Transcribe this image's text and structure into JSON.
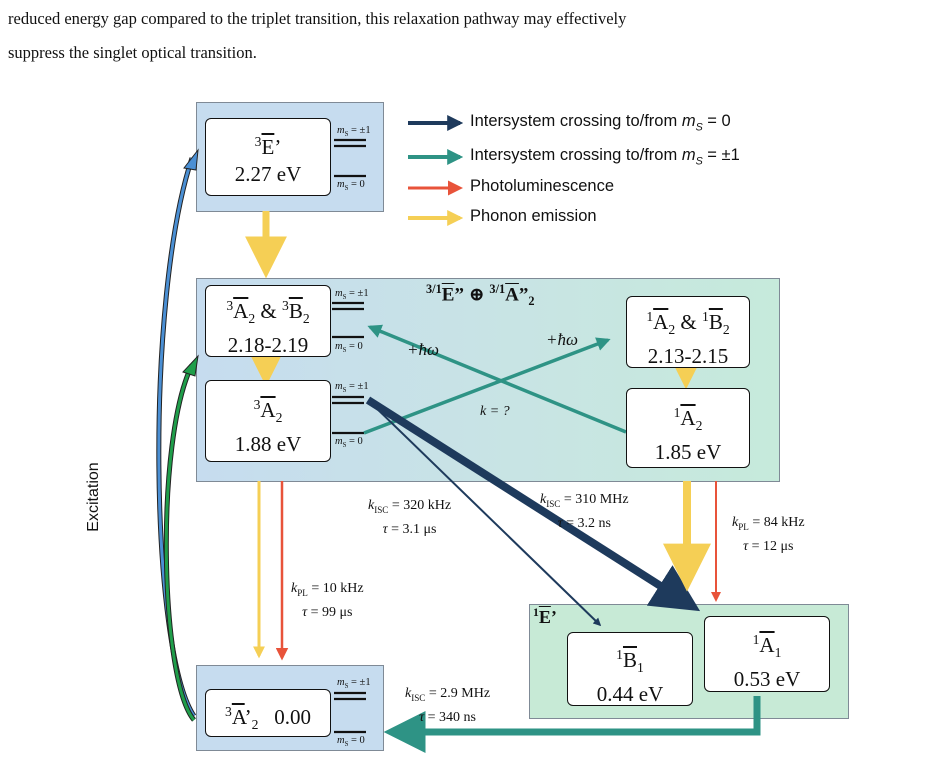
{
  "paragraph": {
    "line1": "reduced energy gap compared to the triplet transition, this relaxation pathway may effectively",
    "line2": "suppress the singlet optical transition."
  },
  "legend": [
    {
      "label": "Intersystem crossing to/from ",
      "math": "m",
      "sub": "S",
      "tail": " = 0",
      "color": "#1e3a5c"
    },
    {
      "label": "Intersystem crossing to/from ",
      "math": "m",
      "sub": "S",
      "tail": " = ±1",
      "color": "#2e9385"
    },
    {
      "label": "Photoluminescence",
      "color": "#e8533a"
    },
    {
      "label": "Phonon emission",
      "color": "#f5cf55"
    }
  ],
  "side_label": "Excitation",
  "states": {
    "E_prime": {
      "sup": "3",
      "name": "E",
      "prime": "’",
      "energy": "2.27 eV"
    },
    "A2_B2_triplet": {
      "sup1": "3",
      "n1": "A",
      "s1": "2",
      "amp": " & ",
      "sup2": "3",
      "n2": "B",
      "s2": "2",
      "energy": "2.18-2.19"
    },
    "A2_triplet": {
      "sup": "3",
      "name": "A",
      "sub": "2",
      "energy": "1.88 eV"
    },
    "A2_B2_singlet": {
      "sup1": "1",
      "n1": "A",
      "s1": "2",
      "amp": " & ",
      "sup2": "1",
      "n2": "B",
      "s2": "2",
      "energy": "2.13-2.15"
    },
    "A2_singlet": {
      "sup": "1",
      "name": "A",
      "sub": "2",
      "energy": "1.85 eV"
    },
    "B1_singlet": {
      "sup": "1",
      "name": "B",
      "sub": "1",
      "energy": "0.44 eV"
    },
    "A1_singlet": {
      "sup": "1",
      "name": "A",
      "sub": "1",
      "energy": "0.53 eV"
    },
    "ground": {
      "sup": "3",
      "name": "A",
      "prime": "’",
      "sub": "2",
      "energy": "0.00"
    }
  },
  "group_labels": {
    "middle": {
      "sup1": "3/1",
      "n1": "E",
      "q1": "”",
      "oplus": " ⊕ ",
      "sup2": "3/1",
      "n2": "A",
      "q2": "”",
      "sub2": "2"
    },
    "singlet_low": {
      "sup": "1",
      "name": "E",
      "prime": "’"
    }
  },
  "spin_levels": {
    "plus_minus": "= ±1",
    "zero": "= 0",
    "m": "m",
    "sub": "S"
  },
  "phonon": {
    "label1": "+ħω",
    "label2": "+ħω",
    "k_unknown": "k = ?"
  },
  "rates": {
    "isc_320": {
      "k": "k",
      "sub": "ISC",
      "val": " = 320 kHz",
      "tau": "τ",
      "tval": " = 3.1 μs"
    },
    "isc_310": {
      "k": "k",
      "sub": "ISC",
      "val": " = 310 MHz",
      "tau": "τ",
      "tval": " = 3.2 ns"
    },
    "pl_84": {
      "k": "k",
      "sub": "PL",
      "val": " = 84 kHz",
      "tau": "τ",
      "tval": " = 12 μs"
    },
    "pl_10": {
      "k": "k",
      "sub": "PL",
      "val": " = 10 kHz",
      "tau": "τ",
      "tval": " = 99 μs"
    },
    "isc_29": {
      "k": "k",
      "sub": "ISC",
      "val": " = 2.9 MHz",
      "tau": "τ",
      "tval": " = 340 ns"
    }
  },
  "colors": {
    "isc_zero": "#1e3a5c",
    "isc_pm": "#2e9385",
    "pl": "#e8533a",
    "phonon": "#f5cf55",
    "triplet_panel": "#c5dbef",
    "singlet_panel": "#c7ead6",
    "excitation_blue": "#4a8fd4",
    "excitation_green": "#1f9e4a"
  }
}
